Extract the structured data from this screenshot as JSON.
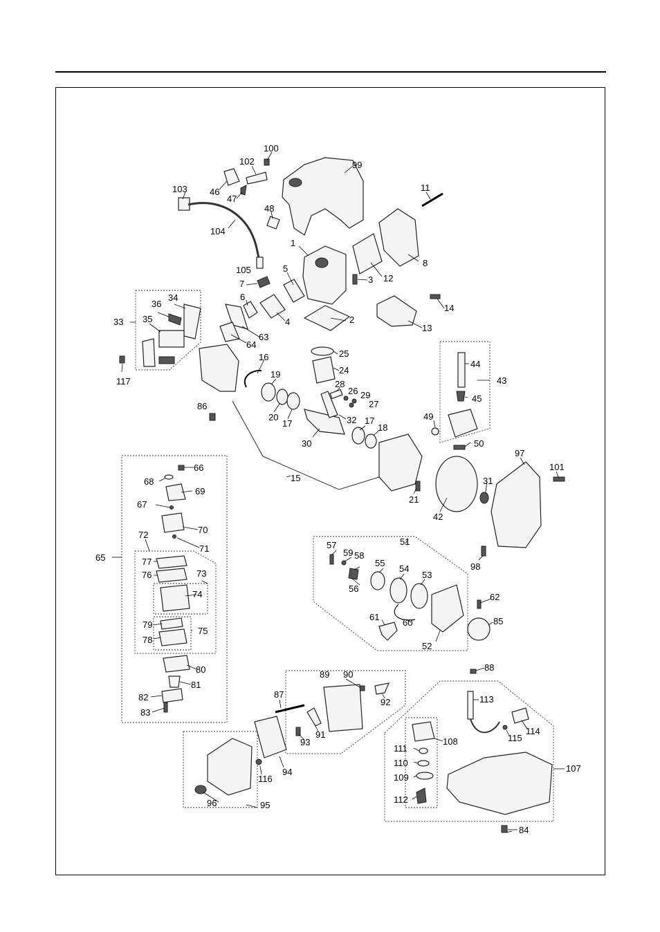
{
  "labels": {
    "l1": "1",
    "l2": "2",
    "l3": "3",
    "l4": "4",
    "l5": "5",
    "l6": "6",
    "l7": "7",
    "l8": "8",
    "l11": "11",
    "l12": "12",
    "l13": "13",
    "l14": "14",
    "l15": "15",
    "l16": "16",
    "l17a": "17",
    "l17b": "17",
    "l18": "18",
    "l19": "19",
    "l20": "20",
    "l21": "21",
    "l24": "24",
    "l25": "25",
    "l26": "26",
    "l27": "27",
    "l28": "28",
    "l29": "29",
    "l30": "30",
    "l31": "31",
    "l32": "32",
    "l33": "33",
    "l34": "34",
    "l35": "35",
    "l36": "36",
    "l42": "42",
    "l43": "43",
    "l44": "44",
    "l45": "45",
    "l46": "46",
    "l47": "47",
    "l48": "48",
    "l49": "49",
    "l50": "50",
    "l51": "51",
    "l52": "52",
    "l53": "53",
    "l54": "54",
    "l55": "55",
    "l56": "56",
    "l57": "57",
    "l58": "58",
    "l59": "59",
    "l60": "60",
    "l61": "61",
    "l62": "62",
    "l63": "63",
    "l64": "64",
    "l65": "65",
    "l66": "66",
    "l67": "67",
    "l68": "68",
    "l69": "69",
    "l70": "70",
    "l71": "71",
    "l72": "72",
    "l73": "73",
    "l74": "74",
    "l75": "75",
    "l76": "76",
    "l77": "77",
    "l78": "78",
    "l79": "79",
    "l80": "80",
    "l81": "81",
    "l82": "82",
    "l83": "83",
    "l84": "84",
    "l85": "85",
    "l86": "86",
    "l87": "87",
    "l88": "88",
    "l89": "89",
    "l90": "90",
    "l91": "91",
    "l92": "92",
    "l93": "93",
    "l94": "94",
    "l95": "95",
    "l96": "96",
    "l97": "97",
    "l98": "98",
    "l99": "99",
    "l100": "100",
    "l101": "101",
    "l102": "102",
    "l103": "103",
    "l104": "104",
    "l105": "105",
    "l107": "107",
    "l108": "108",
    "l109": "109",
    "l110": "110",
    "l111": "111",
    "l112": "112",
    "l113": "113",
    "l114": "114",
    "l115": "115",
    "l116": "116",
    "l117": "117"
  }
}
